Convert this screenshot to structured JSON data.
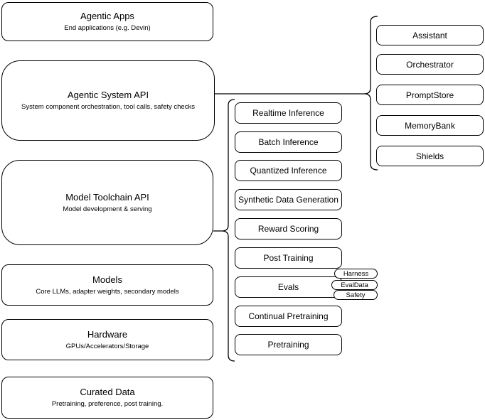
{
  "diagram": {
    "left_column": [
      {
        "title": "Agentic Apps",
        "subtitle": "End applications (e.g. Devin)"
      },
      {
        "title": "Agentic System API",
        "subtitle": "System component orchestration, tool calls, safety checks"
      },
      {
        "title": "Model Toolchain API",
        "subtitle": "Model development & serving"
      },
      {
        "title": "Models",
        "subtitle": "Core LLMs, adapter weights, secondary models"
      },
      {
        "title": "Hardware",
        "subtitle": "GPUs/Accelerators/Storage"
      },
      {
        "title": "Curated Data",
        "subtitle": "Pretraining, preference, post training."
      }
    ],
    "toolchain_items": [
      "Realtime Inference",
      "Batch Inference",
      "Quantized Inference",
      "Synthetic Data Generation",
      "Reward Scoring",
      "Post Training",
      "Evals",
      "Continual Pretraining",
      "Pretraining"
    ],
    "eval_tags": [
      "Harness",
      "EvalData",
      "Safety"
    ],
    "system_components": [
      "Assistant",
      "Orchestrator",
      "PromptStore",
      "MemoryBank",
      "Shields"
    ],
    "colors": {
      "stroke": "#000000",
      "fill": "#ffffff",
      "text": "#000000",
      "background": "#ffffff"
    }
  }
}
